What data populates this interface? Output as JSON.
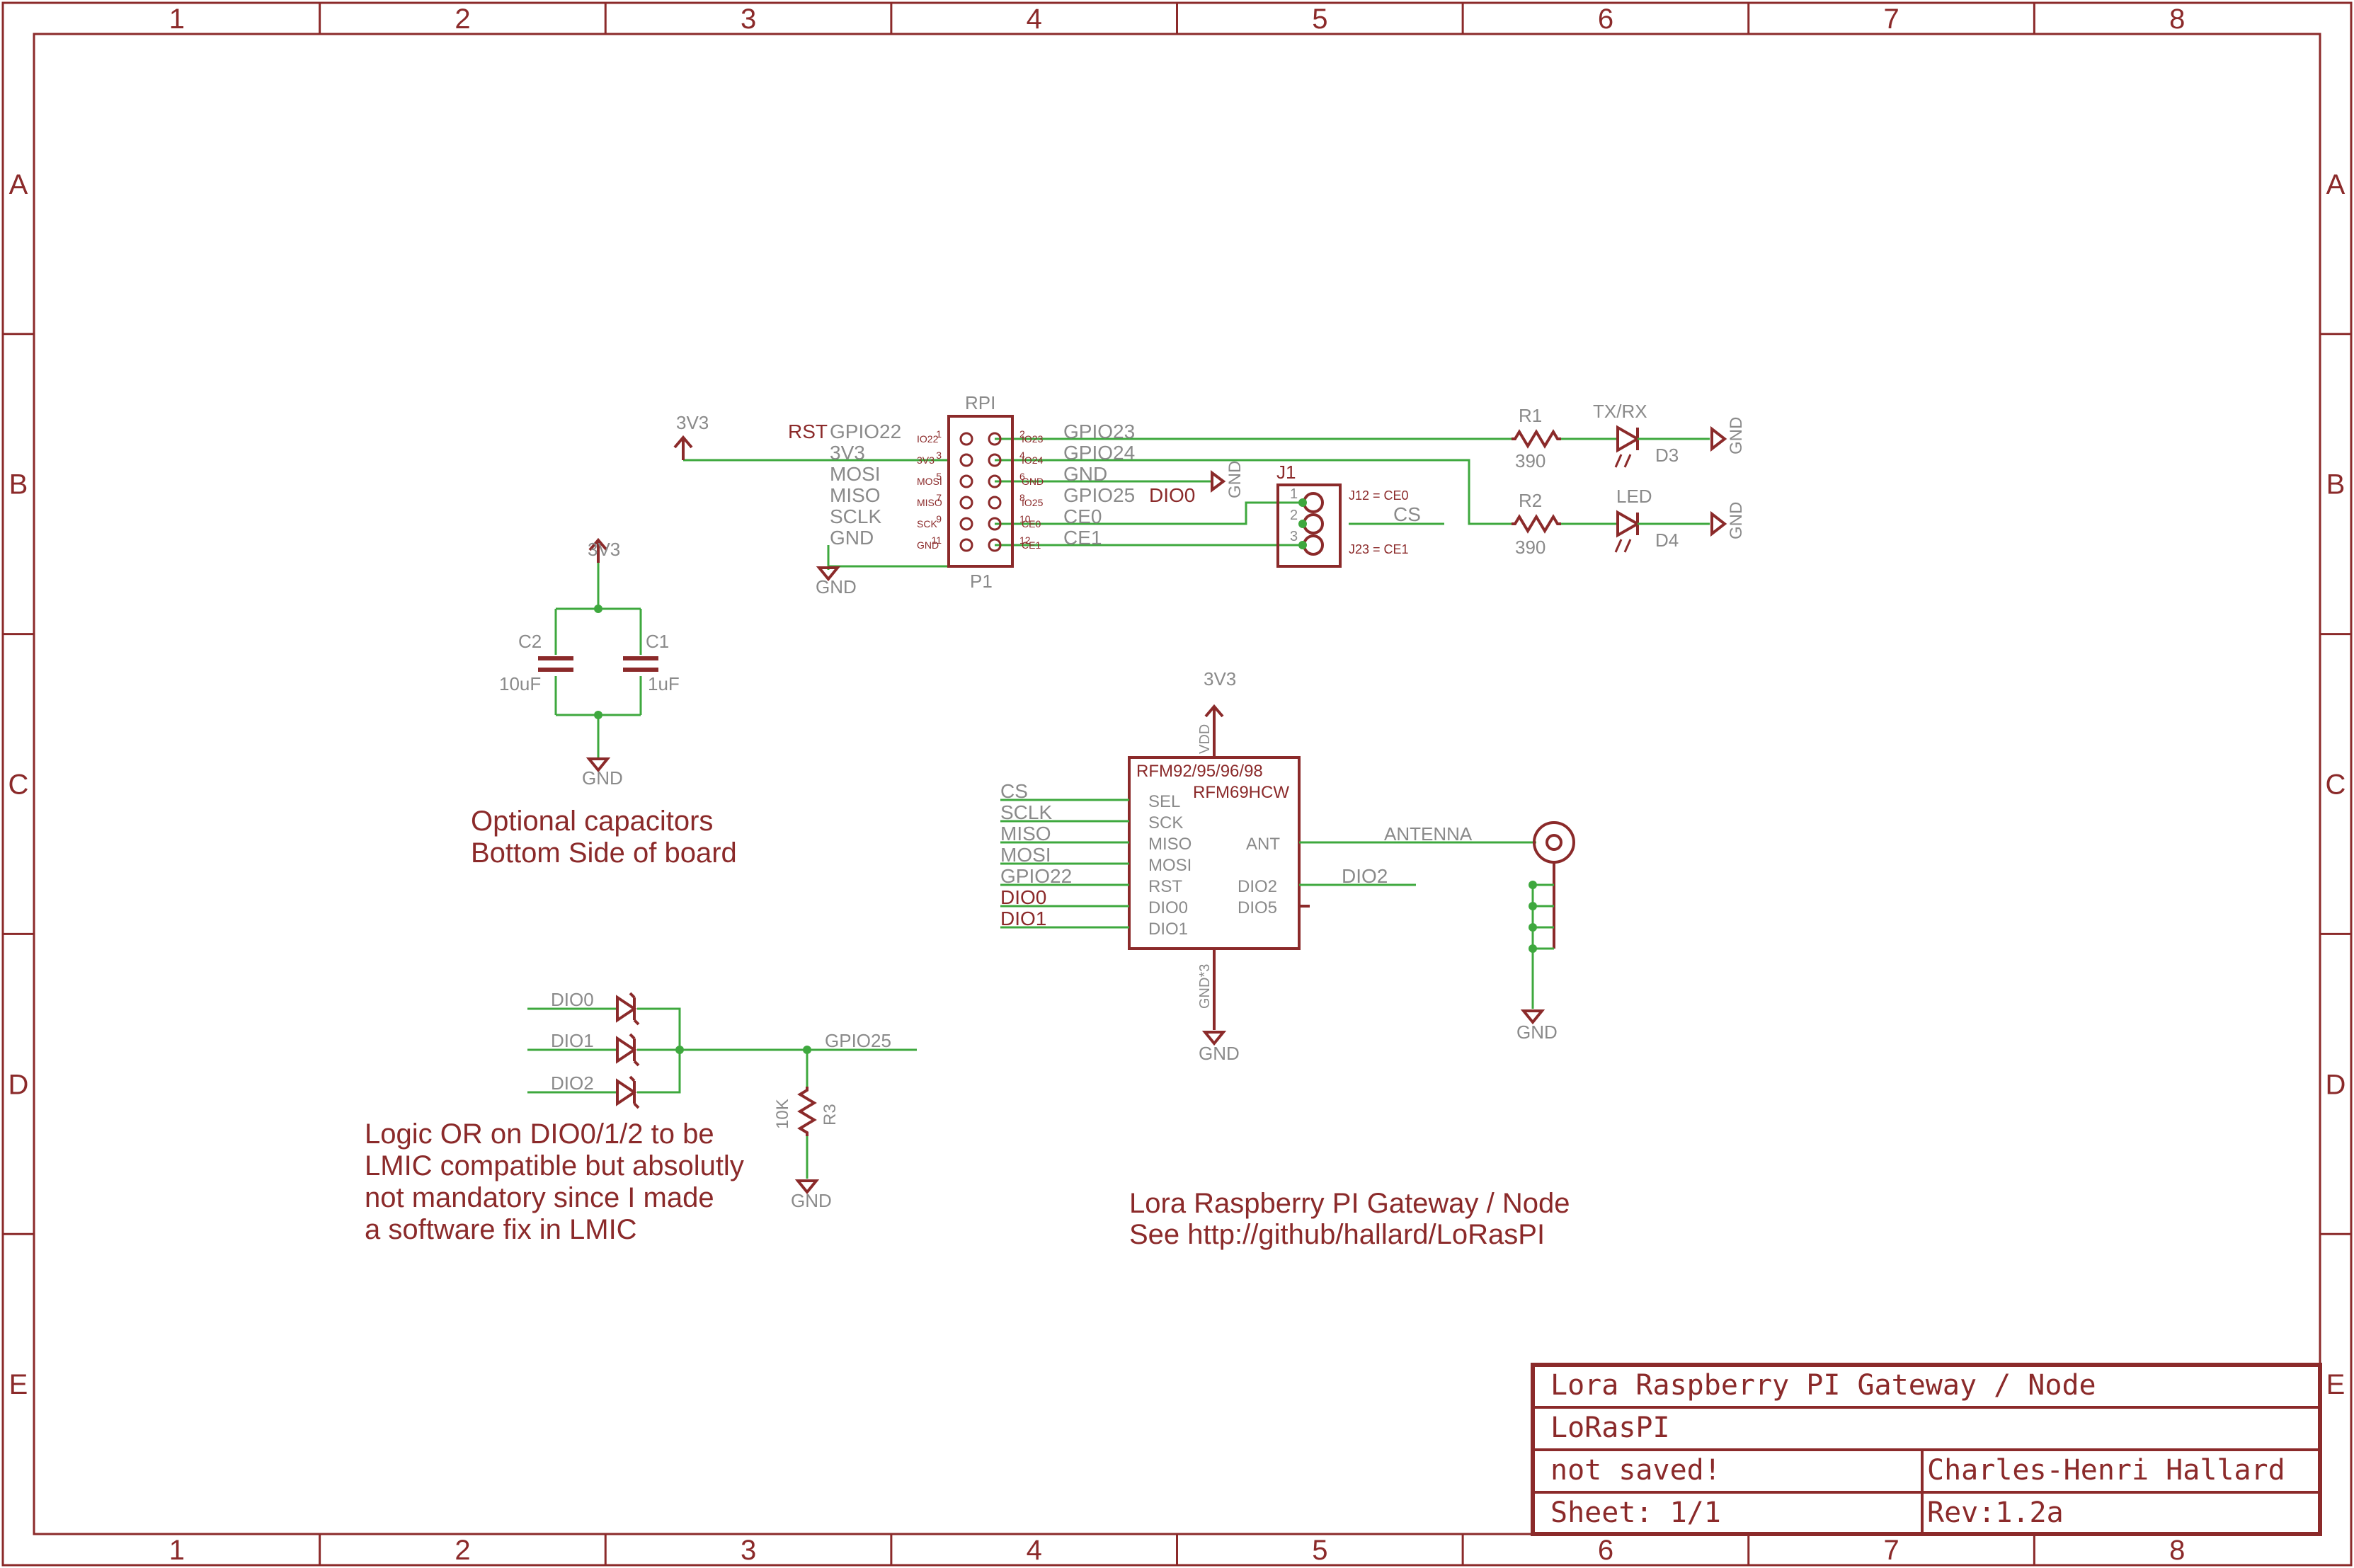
{
  "frame": {
    "columns": [
      "1",
      "2",
      "3",
      "4",
      "5",
      "6",
      "7",
      "8"
    ],
    "rows": [
      "A",
      "B",
      "C",
      "D",
      "E"
    ]
  },
  "rpi_header": {
    "name": "RPI",
    "ref": "P1",
    "left_labels": [
      "RST",
      "GPIO22",
      "3V3",
      "MOSI",
      "MISO",
      "SCLK",
      "GND"
    ],
    "right_labels": [
      "GPIO23",
      "GPIO24",
      "GND",
      "GPIO25",
      "DIO0",
      "CE0",
      "CE1"
    ],
    "pin_numbers_odd": [
      "1",
      "3",
      "5",
      "7",
      "9",
      "11"
    ],
    "pin_numbers_even": [
      "2",
      "4",
      "6",
      "8",
      "10",
      "12"
    ],
    "pin_names_left": [
      "IO22",
      "3V3",
      "MOSI",
      "MISO",
      "SCK",
      "GND"
    ],
    "pin_names_right": [
      "IO23",
      "IO24",
      "GND",
      "IO25",
      "CE0",
      "CE1"
    ],
    "supply": "3V3",
    "gnd": "GND",
    "gnd_rotated": "GND"
  },
  "jumper": {
    "ref": "J1",
    "pins": [
      "1",
      "2",
      "3"
    ],
    "note_top": "J12 = CE0",
    "note_bottom": "J23 = CE1",
    "net": "CS"
  },
  "leds": {
    "r1_ref": "R1",
    "r1_value": "390",
    "r2_ref": "R2",
    "r2_value": "390",
    "d3_label": "TX/RX",
    "d3_ref": "D3",
    "d4_label": "LED",
    "d4_ref": "D4",
    "gnd": "GND"
  },
  "caps": {
    "supply": "3V3",
    "c2_ref": "C2",
    "c2_value": "10uF",
    "c1_ref": "C1",
    "c1_value": "1uF",
    "gnd": "GND"
  },
  "notes": {
    "caps_line1": "Optional capacitors",
    "caps_line2": "Bottom Side of board",
    "or_line1": "Logic OR on DIO0/1/2 to be",
    "or_line2": "LMIC compatible but absolutly",
    "or_line3": "not mandatory since I made",
    "or_line4": "a software fix in LMIC",
    "project_line1": "Lora Raspberry PI Gateway / Node",
    "project_line2": "See http://github/hallard/LoRasPI"
  },
  "rfm": {
    "name1": "RFM92/95/96/98",
    "name2": "RFM69HCW",
    "supply": "3V3",
    "vdd": "VDD",
    "gnd_pin": "GND*3",
    "gnd": "GND",
    "pins_left": [
      "SEL",
      "SCK",
      "MISO",
      "MOSI",
      "RST",
      "DIO0",
      "DIO1"
    ],
    "nets_left": [
      "CS",
      "SCLK",
      "MISO",
      "MOSI",
      "GPIO22",
      "DIO0",
      "DIO1"
    ],
    "pin_ant": "ANT",
    "pins_right": [
      "DIO2",
      "DIO5"
    ],
    "net_ant": "ANTENNA",
    "net_dio2": "DIO2",
    "ant_gnd": "GND"
  },
  "logic_or": {
    "inputs": [
      "DIO0",
      "DIO1",
      "DIO2"
    ],
    "output": "GPIO25",
    "r3_ref": "R3",
    "r3_value": "10K",
    "gnd": "GND"
  },
  "title_block": {
    "title": "Lora Raspberry PI Gateway / Node",
    "project": "LoRasPI",
    "status": "not saved!",
    "author": "Charles-Henri Hallard",
    "sheet": "Sheet: 1/1",
    "rev": "Rev:1.2a"
  },
  "colors": {
    "symbol": "#8b2a2a",
    "wire": "#3ea83e",
    "label": "#8a8a8a"
  }
}
